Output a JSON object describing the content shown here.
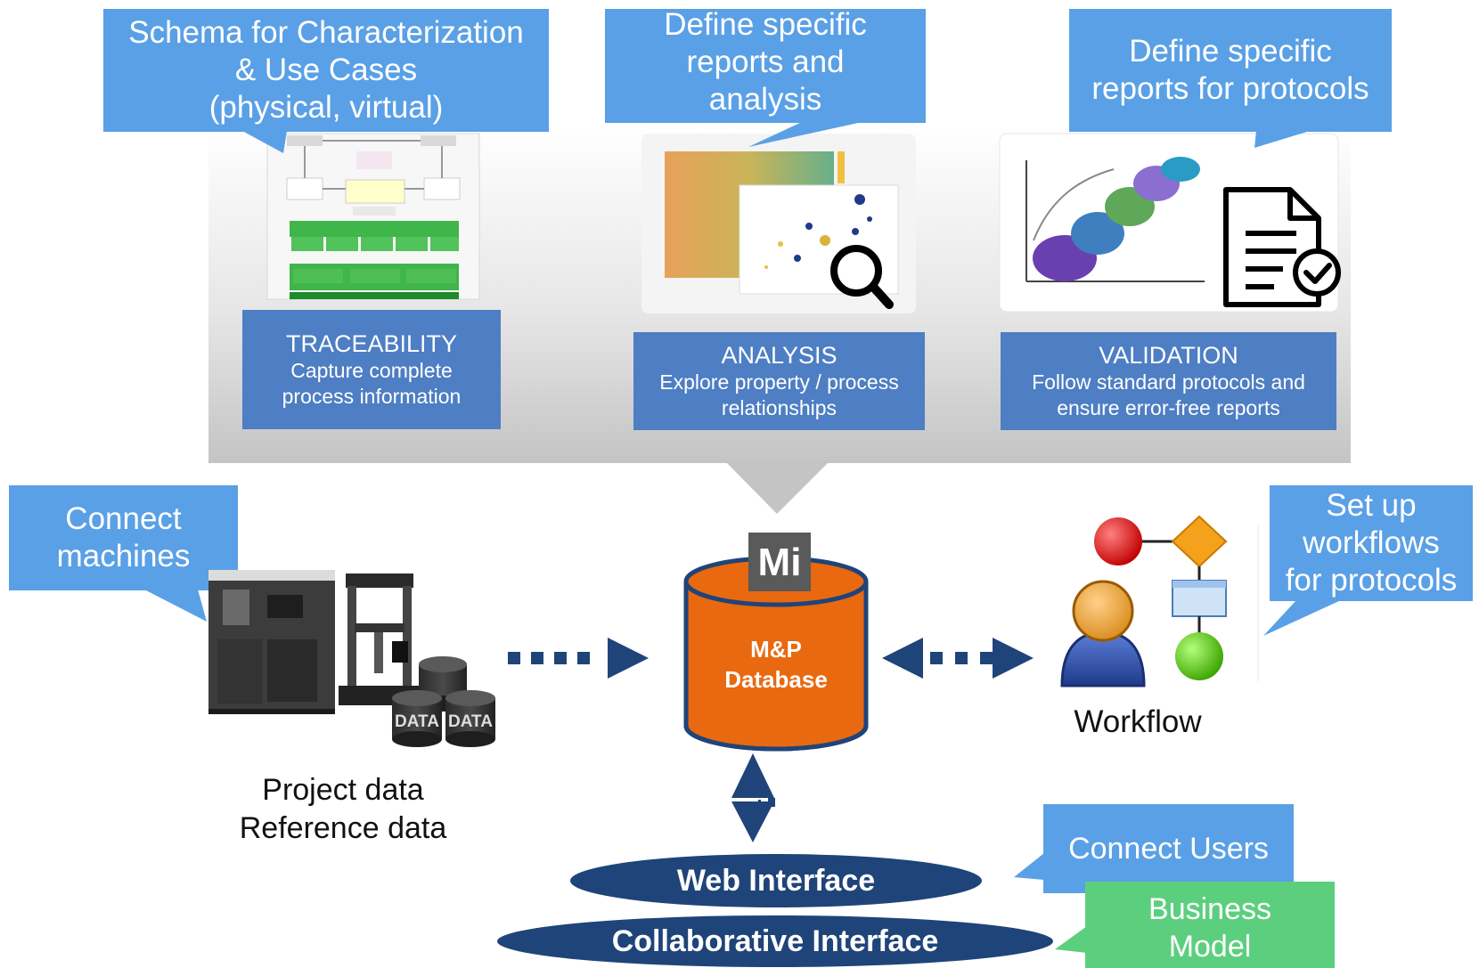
{
  "colors": {
    "callout_blue": "#5aa0e6",
    "box_blue": "#4e7ec3",
    "navy": "#1f4479",
    "db_orange": "#e8690f",
    "green_callout": "#5ccf7f"
  },
  "callouts": {
    "schema": "Schema for Characterization\n& Use Cases\n(physical, virtual)",
    "reports_analysis": "Define specific\nreports and\nanalysis",
    "reports_protocols": "Define specific\nreports for protocols",
    "connect_machines": "Connect\nmachines",
    "workflows": "Set up\nworkflows\nfor protocols",
    "connect_users": "Connect Users",
    "business_model": "Business\nModel"
  },
  "boxes": {
    "traceability": {
      "title": "TRACEABILITY",
      "subtitle": "Capture complete\nprocess information"
    },
    "analysis": {
      "title": "ANALYSIS",
      "subtitle": "Explore property / process\nrelationships"
    },
    "validation": {
      "title": "VALIDATION",
      "subtitle": "Follow standard protocols and\nensure error-free reports"
    }
  },
  "database": {
    "logo": "Mi",
    "label": "M&P\nDatabase"
  },
  "labels": {
    "project_data": "Project data\nReference data",
    "workflow": "Workflow",
    "data_tag": "DATA"
  },
  "interfaces": {
    "web": "Web Interface",
    "collaborative": "Collaborative Interface"
  },
  "icons": [
    "document-check-icon",
    "magnifier-icon",
    "user-icon",
    "workflow-diagram-icon",
    "machine-image",
    "test-frame-image",
    "data-cylinder-icon"
  ]
}
